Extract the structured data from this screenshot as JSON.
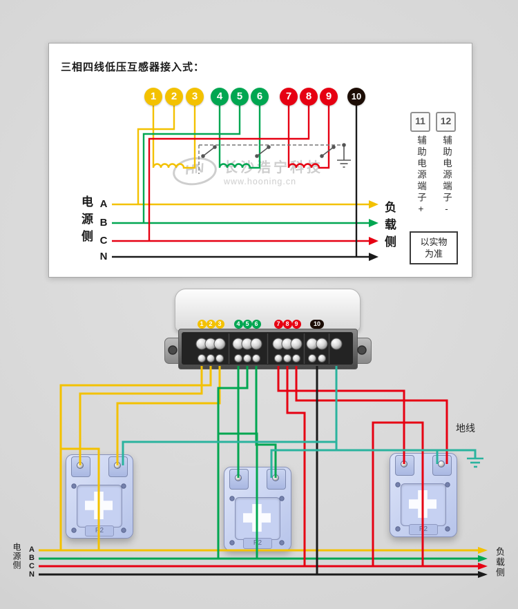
{
  "diagram": {
    "title": "三相四线低压互感器接入式：",
    "terminals": [
      "1",
      "2",
      "3",
      "4",
      "5",
      "6",
      "7",
      "8",
      "9",
      "10"
    ],
    "terminal_colors": {
      "t1_3": "#f3c100",
      "t4_6": "#00a651",
      "t7_9": "#e60012",
      "t10": "#1c0d05"
    },
    "aux_terminals": [
      {
        "number": "11",
        "label": "辅助电源端子+"
      },
      {
        "number": "12",
        "label": "辅助电源端子-"
      }
    ],
    "note_line1": "以实物",
    "note_line2": "为准",
    "source_side": "电源侧",
    "load_side": "负载侧",
    "phases": [
      "A",
      "B",
      "C",
      "N"
    ]
  },
  "watermark": {
    "logo": "HN",
    "brand": "长沙浩宁科技",
    "url": "www.hooning.cn"
  },
  "wiring": {
    "source_side": "电源侧",
    "load_side": "负载侧",
    "ground_label": "地线",
    "phases": [
      "A",
      "B",
      "C",
      "N"
    ],
    "meter_terminals": [
      "1",
      "2",
      "3",
      "4",
      "5",
      "6",
      "7",
      "8",
      "9",
      "10"
    ],
    "ct_label": "P2",
    "wire_colors": {
      "phase_a": "#f3c100",
      "phase_b": "#00a651",
      "phase_c": "#e60012",
      "neutral": "#1a1a1a",
      "ct_common_ground": "#2ab39e"
    }
  }
}
